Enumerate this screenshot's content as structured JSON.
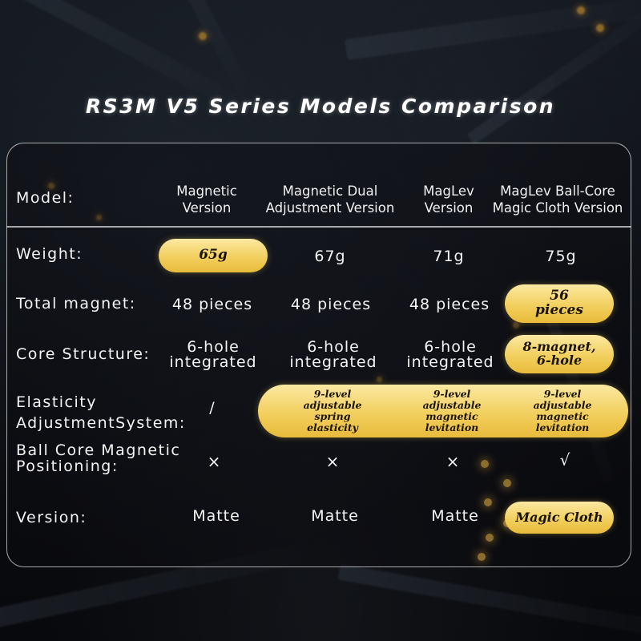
{
  "title": "RS3M V5 Series Models Comparison",
  "row_labels": {
    "model": "Model:",
    "weight": "Weight:",
    "magnets": "Total magnet:",
    "core": "Core Structure:",
    "elasticity_line1": "Elasticity",
    "elasticity_line2": "AdjustmentSystem:",
    "ballcore_line1": "Ball Core Magnetic",
    "ballcore_line2": "Positioning:",
    "version": "Version:"
  },
  "models": [
    {
      "name_line1": "Magnetic",
      "name_line2": "Version",
      "weight": "65g",
      "magnets": "48 pieces",
      "core_line1": "6-hole",
      "core_line2": "integrated",
      "elasticity": "/",
      "ballcore": "×",
      "version": "Matte"
    },
    {
      "name_line1": "Magnetic Dual",
      "name_line2": "Adjustment Version",
      "weight": "67g",
      "magnets": "48 pieces",
      "core_line1": "6-hole",
      "core_line2": "integrated",
      "elasticity_lines": [
        "9-level",
        "adjustable",
        "spring",
        "elasticity"
      ],
      "ballcore": "×",
      "version": "Matte"
    },
    {
      "name_line1": "MagLev",
      "name_line2": "Version",
      "weight": "71g",
      "magnets": "48 pieces",
      "core_line1": "6-hole",
      "core_line2": "integrated",
      "elasticity_lines": [
        "9-level",
        "adjustable",
        "magnetic",
        "levitation"
      ],
      "ballcore": "×",
      "version": "Matte"
    },
    {
      "name_line1": "MagLev Ball-Core",
      "name_line2": "Magic Cloth Version",
      "weight": "75g",
      "magnets_line1": "56",
      "magnets_line2": "pieces",
      "core_line1": "8-magnet,",
      "core_line2": "6-hole",
      "elasticity_lines": [
        "9-level",
        "adjustable",
        "magnetic",
        "levitation"
      ],
      "ballcore": "√",
      "version": "Magic Cloth"
    }
  ],
  "colors": {
    "highlight_gold": "#f2cf5e",
    "background": "#07090c",
    "border": "#dcdcdc"
  }
}
